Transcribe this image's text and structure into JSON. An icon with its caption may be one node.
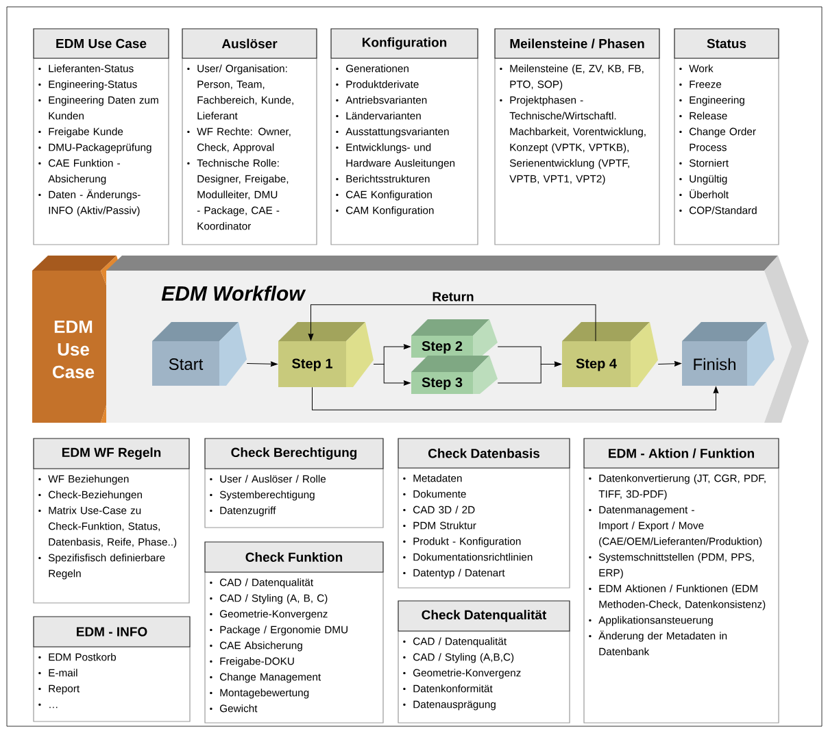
{
  "diagram": {
    "nodes": [
      {
        "text": [
          "EDM Use Case",
          "Lieferanten-Status",
          "Engineering-Status",
          "Engineering Daten zum Kunden",
          "Freigabe Kunde",
          "DMU-Packageprüfung",
          "CAE Funktion - Absicherung",
          "Daten - Änderungs-INFO (Aktiv/Passiv)"
        ]
      },
      {
        "text": [
          "Auslöser",
          "User/ Organisation: Person, Team, Fachbereich, Kunde, Lieferant",
          "WF Rechte: Owner, Check, Approval",
          "Technische Rolle: Designer, Freigabe, Modulleiter, DMU - Package, CAE - Koordinator"
        ]
      },
      {
        "text": [
          "Konfiguration",
          "Generationen",
          "Produktderivate",
          "Antriebsvarianten",
          "Ländervarianten",
          "Ausstattungsvarianten",
          "Entwicklungs- und Hardware Ausleitungen",
          "Berichtsstrukturen",
          "CAE Konfiguration",
          "CAM Konfiguration"
        ]
      },
      {
        "text": [
          "Meilensteine / Phasen",
          "Meilensteine (E, ZV, KB, FB, PTO, SOP)",
          "Projektphasen - Technische/Wirtschaftl. Machbarkeit, Vorentwicklung, Konzept (VPTK, VPTKB), Serienentwicklung (VPTF, VPTB, VPT1, VPT2)"
        ]
      },
      {
        "text": [
          "Status",
          "Work",
          "Freeze",
          "Engineering",
          "Release",
          "Change Order Process",
          "Storniert",
          "Ungültig",
          "Überholt",
          "COP/Standard"
        ]
      },
      {
        "text": [
          "EDM Use Case"
        ]
      },
      {
        "text": [
          "EDM Workflow"
        ]
      },
      {
        "text": [
          "Start"
        ],
        "in": 6
      },
      {
        "text": [
          "Step 1"
        ],
        "in": 6
      },
      {
        "text": [
          "Step 2"
        ],
        "in": 6
      },
      {
        "text": [
          "Step 3"
        ],
        "in": 6
      },
      {
        "text": [
          "Step 4"
        ],
        "in": 6
      },
      {
        "text": [
          "Finish"
        ],
        "in": 6
      },
      {
        "text": [
          "EDM WF Regeln",
          "WF Beziehungen",
          "Check-Beziehungen",
          "Matrix Use-Case zu Check-Funktion, Status, Datenbasis, Reife, Phase..)",
          "Spezifisfisch definierbare Regeln"
        ]
      },
      {
        "text": [
          "Check Berechtigung",
          "User / Auslöser / Rolle",
          "Systemberechtigung",
          "Datenzugriff"
        ]
      },
      {
        "text": [
          "Check Datenbasis",
          "Metadaten",
          "Dokumente",
          "CAD 3D / 2D",
          "PDM Struktur",
          "Produkt - Konfiguration",
          "Dokumentationsrichtlinien",
          "Datentyp / Datenart"
        ]
      },
      {
        "text": [
          "EDM - Aktion / Funktion",
          "Datenkonvertierung (JT, CGR, PDF, TIFF, 3D-PDF)",
          "Datenmanagement - Import / Export / Move (CAE/OEM/Lieferanten/Produktion)",
          "Systemschnittstellen (PDM, PPS, ERP)",
          "EDM Aktionen / Funktionen (EDM Methoden-Check, Datenkonsistenz)",
          "Applikationsansteuerung",
          "Änderung der Metadaten in Datenbank"
        ]
      },
      {
        "text": [
          "EDM - INFO",
          "EDM Postkorb",
          "E-mail",
          "Report",
          "…"
        ]
      },
      {
        "text": [
          "Check Funktion",
          "CAD / Datenqualität",
          "CAD / Styling (A, B, C)",
          "Geometrie-Konvergenz",
          "Package / Ergonomie DMU",
          "CAE Absicherung",
          "Freigabe-DOKU",
          "Change Management",
          "Montagebewertung",
          "Gewicht"
        ]
      },
      {
        "text": [
          "Check Datenqualität",
          "CAD / Datenqualität",
          "CAD / Styling (A,B,C)",
          "Geometrie-Konvergenz",
          "Datenkonformität",
          "Datenausprägung"
        ]
      }
    ],
    "edges": [
      {
        "from": 7,
        "to": 8,
        "arrow": "to"
      },
      {
        "from": 8,
        "to": 9,
        "arrow": "to"
      },
      {
        "from": 8,
        "to": 10,
        "arrow": "to"
      },
      {
        "from": 9,
        "to": 11,
        "arrow": "to"
      },
      {
        "from": 10,
        "to": 11,
        "arrow": "to"
      },
      {
        "from": 11,
        "to": 12,
        "arrow": "to"
      },
      {
        "from": 11,
        "to": 8,
        "arrow": "to",
        "label": "Return"
      },
      {
        "from": 8,
        "to": 12,
        "arrow": "to"
      }
    ]
  }
}
